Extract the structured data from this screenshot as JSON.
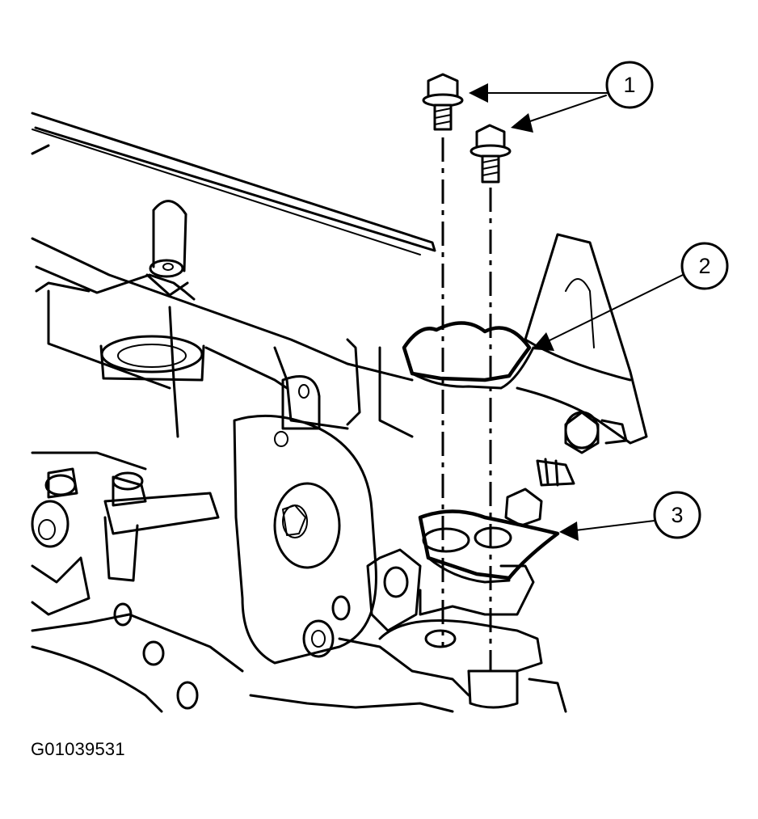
{
  "callouts": [
    {
      "label": "1"
    },
    {
      "label": "2"
    },
    {
      "label": "3"
    }
  ],
  "figure_id": "G01039531"
}
